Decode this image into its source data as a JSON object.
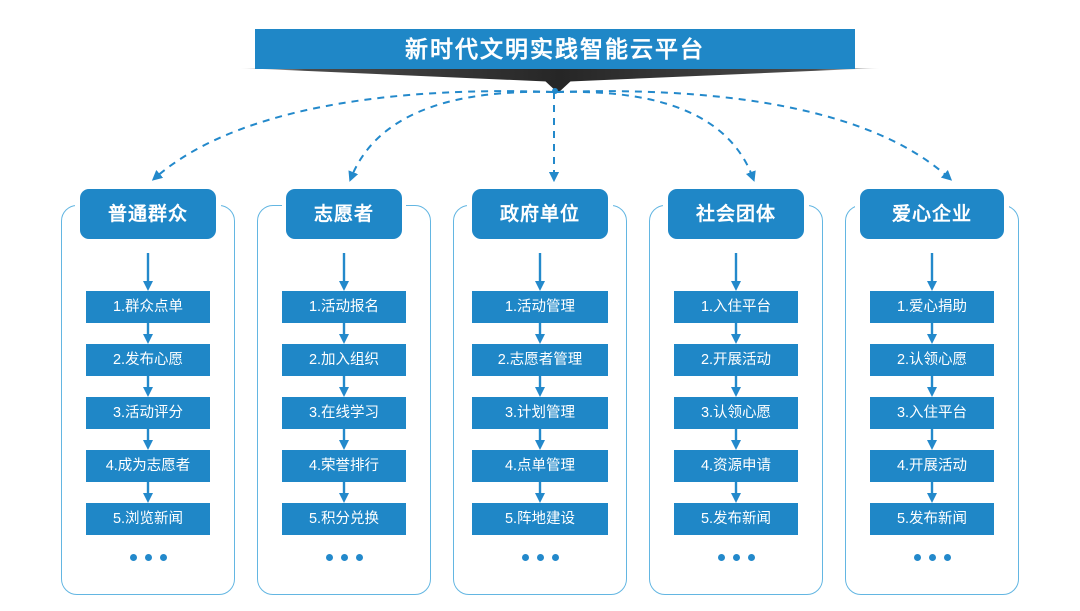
{
  "title": {
    "text": "新时代文明实践智能云平台"
  },
  "colors": {
    "primary_blue": "#1f87c7",
    "dot_blue": "#2389cb",
    "frame_border": "#63b6e2",
    "connector": "#2389cb",
    "shadow_dark": "#2b2b2b",
    "text_white": "#ffffff",
    "background": "#ffffff"
  },
  "ellipsis": "•••",
  "columns": [
    {
      "header": "普通群众",
      "items": [
        "1.群众点单",
        "2.发布心愿",
        "3.活动评分",
        "4.成为志愿者",
        "5.浏览新闻"
      ]
    },
    {
      "header": "志愿者",
      "items": [
        "1.活动报名",
        "2.加入组织",
        "3.在线学习",
        "4.荣誉排行",
        "5.积分兑换"
      ]
    },
    {
      "header": "政府单位",
      "items": [
        "1.活动管理",
        "2.志愿者管理",
        "3.计划管理",
        "4.点单管理",
        "5.阵地建设"
      ]
    },
    {
      "header": "社会团体",
      "items": [
        "1.入住平台",
        "2.开展活动",
        "3.认领心愿",
        "4.资源申请",
        "5.发布新闻"
      ]
    },
    {
      "header": "爱心企业",
      "items": [
        "1.爱心捐助",
        "2.认领心愿",
        "3.入住平台",
        "4.开展活动",
        "5.发布新闻"
      ]
    }
  ]
}
